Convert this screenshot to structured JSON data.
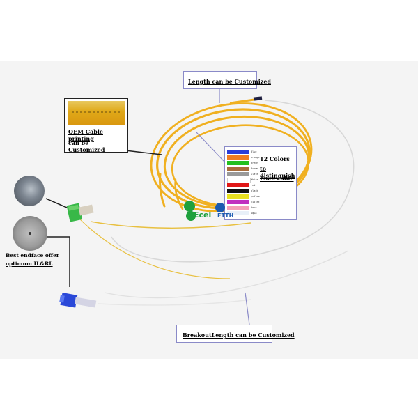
{
  "callouts": {
    "length": "Length can be Customized",
    "breakout": "BreakoutLength can be Customized",
    "oem_line1": "OEM Cable printing",
    "oem_line2": "can be Customized",
    "colors_line1": "12 Colors",
    "colors_line2": "to distinguish",
    "colors_line3": "Each cable",
    "endface_line1": "Best endface offer",
    "endface_line2": "optimum IL&RL"
  },
  "color_swatches": [
    {
      "name": "Blue",
      "hex": "#2a3cd8"
    },
    {
      "name": "orange",
      "hex": "#f07c20"
    },
    {
      "name": "green",
      "hex": "#22c020"
    },
    {
      "name": "Brown",
      "hex": "#a86c3c"
    },
    {
      "name": "Slate",
      "hex": "#9a9a9a"
    },
    {
      "name": "White",
      "hex": "#ffffff"
    },
    {
      "name": "red",
      "hex": "#e01818"
    },
    {
      "name": "black",
      "hex": "#111111"
    },
    {
      "name": "yellow",
      "hex": "#e8e020"
    },
    {
      "name": "Violet",
      "hex": "#c030c0"
    },
    {
      "name": "Rose",
      "hex": "#f4a0b8"
    },
    {
      "name": "Aqua",
      "hex": "#e8f0f8"
    }
  ],
  "logo": {
    "left_word": "Ecel",
    "right_word": "FTTH",
    "primary_color": "#1ea03c",
    "secondary_color": "#1a5ab0"
  },
  "colors": {
    "cable": "#f0b020",
    "connector_green": "#38b848",
    "connector_blue": "#2a48d8",
    "callout_line": "#8a8ac8"
  }
}
